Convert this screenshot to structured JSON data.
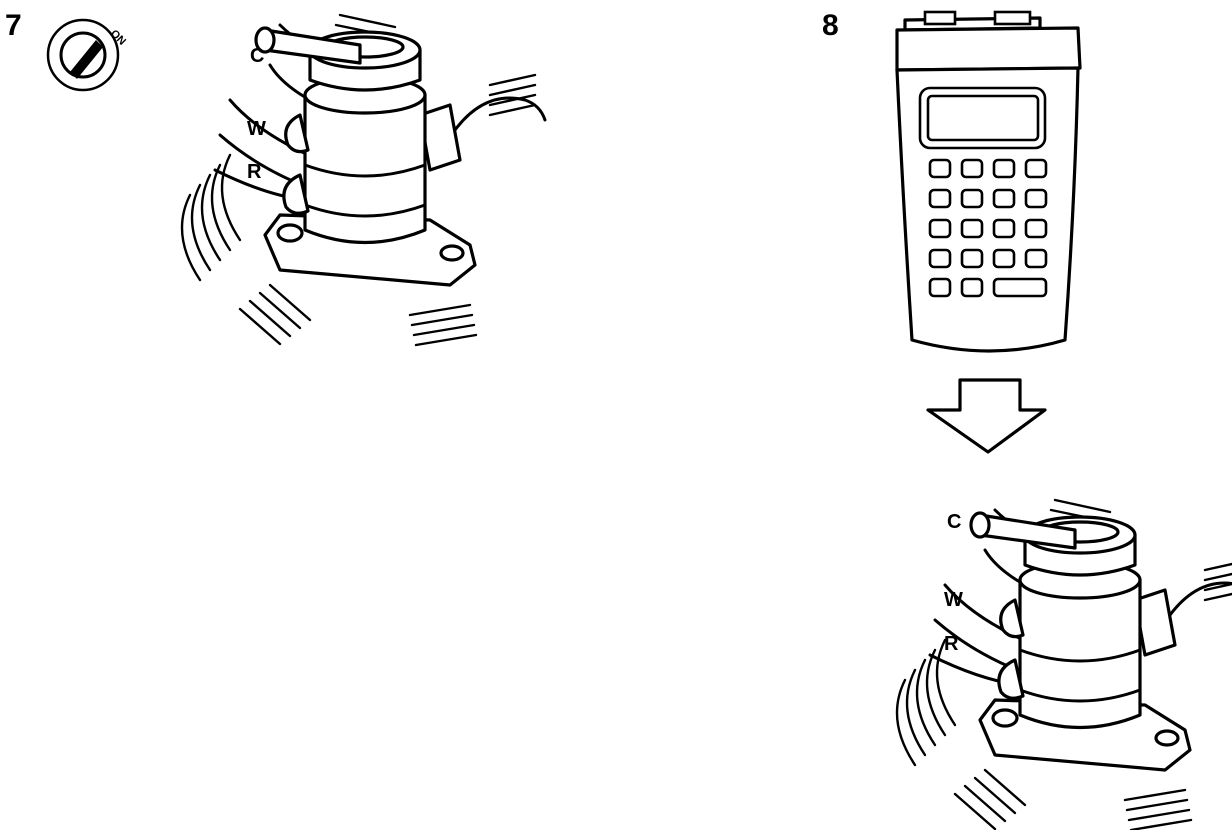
{
  "steps": [
    {
      "number": "7",
      "key_switch": {
        "label": "ON",
        "icon": "ignition-key-switch-icon"
      },
      "connector_labels": [
        "C",
        "W",
        "R"
      ]
    },
    {
      "number": "8",
      "device_icon": "handheld-tester-icon",
      "arrow_icon": "down-arrow-icon",
      "connector_labels": [
        "C",
        "W",
        "R"
      ]
    }
  ]
}
